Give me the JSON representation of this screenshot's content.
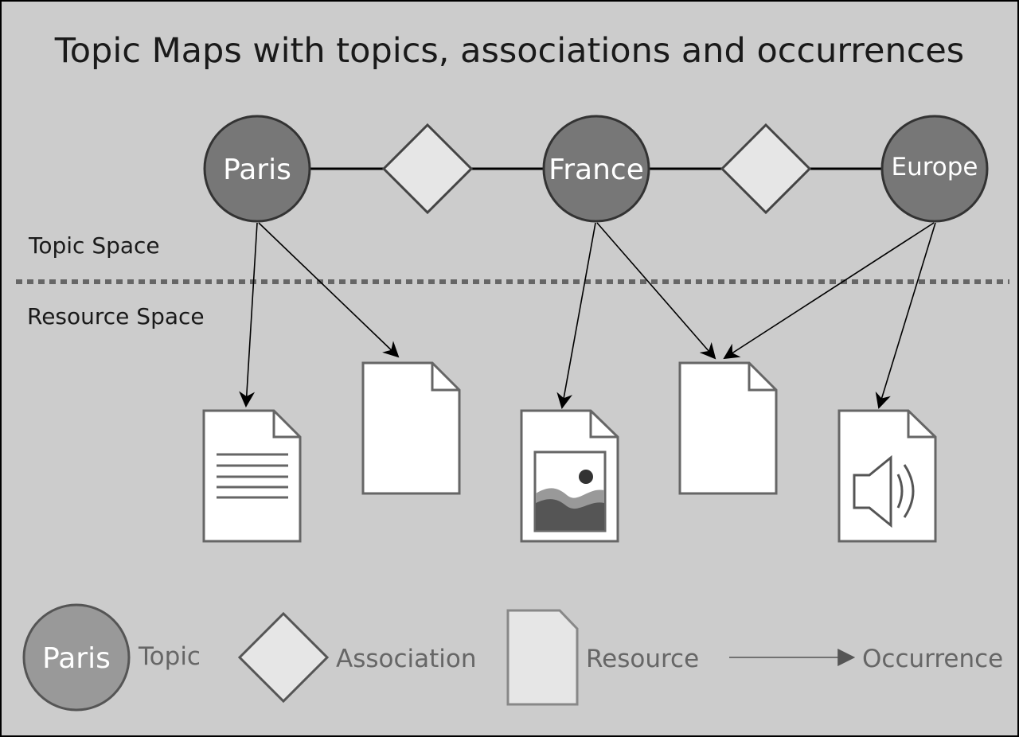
{
  "title": "Topic Maps with topics, associations and occurrences",
  "spaces": {
    "topic_space": "Topic Space",
    "resource_space": "Resource Space"
  },
  "topics": [
    {
      "id": "paris",
      "label": "Paris"
    },
    {
      "id": "france",
      "label": "France"
    },
    {
      "id": "europe",
      "label": "Europe"
    }
  ],
  "associations": [
    {
      "from": "paris",
      "to": "france"
    },
    {
      "from": "france",
      "to": "europe"
    }
  ],
  "resources": [
    {
      "id": "r1",
      "icon": "text-document-icon"
    },
    {
      "id": "r2",
      "icon": "blank-document-icon"
    },
    {
      "id": "r3",
      "icon": "image-document-icon"
    },
    {
      "id": "r4",
      "icon": "blank-document-icon"
    },
    {
      "id": "r5",
      "icon": "audio-document-icon"
    }
  ],
  "occurrences": [
    {
      "topic": "paris",
      "resource": "r1"
    },
    {
      "topic": "paris",
      "resource": "r2"
    },
    {
      "topic": "france",
      "resource": "r3"
    },
    {
      "topic": "france",
      "resource": "r4"
    },
    {
      "topic": "europe",
      "resource": "r4"
    },
    {
      "topic": "europe",
      "resource": "r5"
    }
  ],
  "legend": {
    "topic_sample": "Paris",
    "topic": "Topic",
    "association": "Association",
    "resource": "Resource",
    "occurrence": "Occurrence"
  },
  "colors": {
    "background": "#cccccc",
    "topic_fill": "#777777",
    "association_fill": "#e6e6e6",
    "resource_fill": "#ffffff",
    "legend_topic_fill": "#999999",
    "legend_shape_fill": "#e6e6e6"
  }
}
